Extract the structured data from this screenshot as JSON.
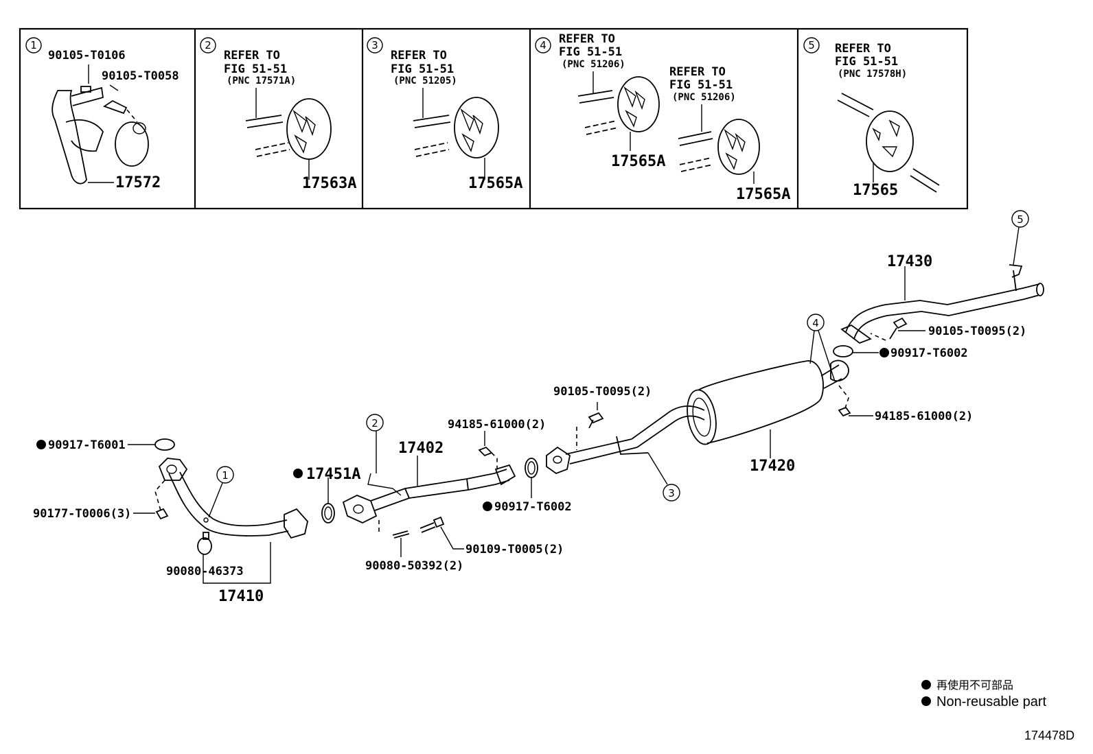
{
  "boxes": [
    {
      "num": "1",
      "parts": [
        "90105-T0106",
        "90105-T0058",
        "17572"
      ]
    },
    {
      "num": "2",
      "refer": "REFER TO",
      "fig": "FIG 51-51",
      "pnc": "(PNC 17571A)",
      "part": "17563A"
    },
    {
      "num": "3",
      "refer": "REFER TO",
      "fig": "FIG 51-51",
      "pnc": "(PNC 51205)",
      "part": "17565A"
    },
    {
      "num": "4",
      "refer": "REFER TO",
      "fig": "FIG 51-51",
      "pnc": "(PNC 51206)",
      "part": "17565A",
      "refer2": "REFER TO",
      "fig2": "FIG 51-51",
      "pnc2": "(PNC 51206)",
      "part2": "17565A"
    },
    {
      "num": "5",
      "refer": "REFER TO",
      "fig": "FIG 51-51",
      "pnc": "(PNC 17578H)",
      "part": "17565"
    }
  ],
  "main": {
    "p17430": "17430",
    "p90105_T0095_a": "90105-T0095(2)",
    "p90917_T6002_a": "90917-T6002",
    "p94185_61000_a": "94185-61000(2)",
    "p17420": "17420",
    "p90105_T0095_b": "90105-T0095(2)",
    "p94185_61000_b": "94185-61000(2)",
    "p17402": "17402",
    "p90917_T6002_b": "90917-T6002",
    "p17451A": "17451A",
    "p90917_T6001": "90917-T6001",
    "p90177_T0006": "90177-T0006(3)",
    "p90080_46373": "90080-46373",
    "p17410": "17410",
    "p90080_50392": "90080-50392(2)",
    "p90109_T0005": "90109-T0005(2)",
    "c1": "1",
    "c2": "2",
    "c3": "3",
    "c4": "4",
    "c5": "5"
  },
  "legend": {
    "line1": "再使用不可部品",
    "line2": "Non-reusable part"
  },
  "figure_code": "174478D"
}
